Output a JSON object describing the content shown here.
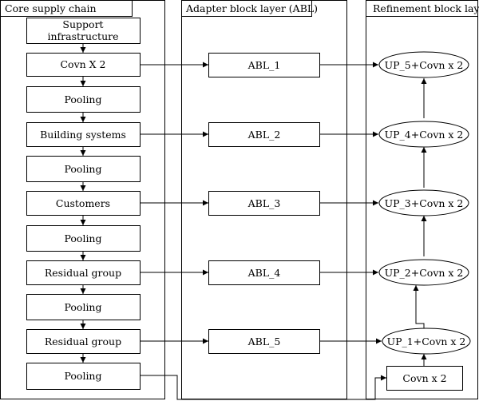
{
  "columns": {
    "core": "Core supply chain",
    "abl": "Adapter block layer (ABL)",
    "refine": "Refinement block layer"
  },
  "core_nodes": {
    "support_line1": "Support",
    "support_line2": "infrastructure",
    "covn": "Covn X 2",
    "pool1": "Pooling",
    "building": "Building systems",
    "pool2": "Pooling",
    "customers": "Customers",
    "pool3": "Pooling",
    "residual1": "Residual group",
    "pool4": "Pooling",
    "residual2": "Residual group",
    "pool5": "Pooling"
  },
  "abl_nodes": {
    "abl1": "ABL_1",
    "abl2": "ABL_2",
    "abl3": "ABL_3",
    "abl4": "ABL_4",
    "abl5": "ABL_5"
  },
  "refine_nodes": {
    "up5": "UP_5+Covn x 2",
    "up4": "UP_4+Covn x 2",
    "up3": "UP_3+Covn x 2",
    "up2": "UP_2+Covn x 2",
    "up1": "UP_1+Covn x 2",
    "covn": "Covn x 2"
  }
}
